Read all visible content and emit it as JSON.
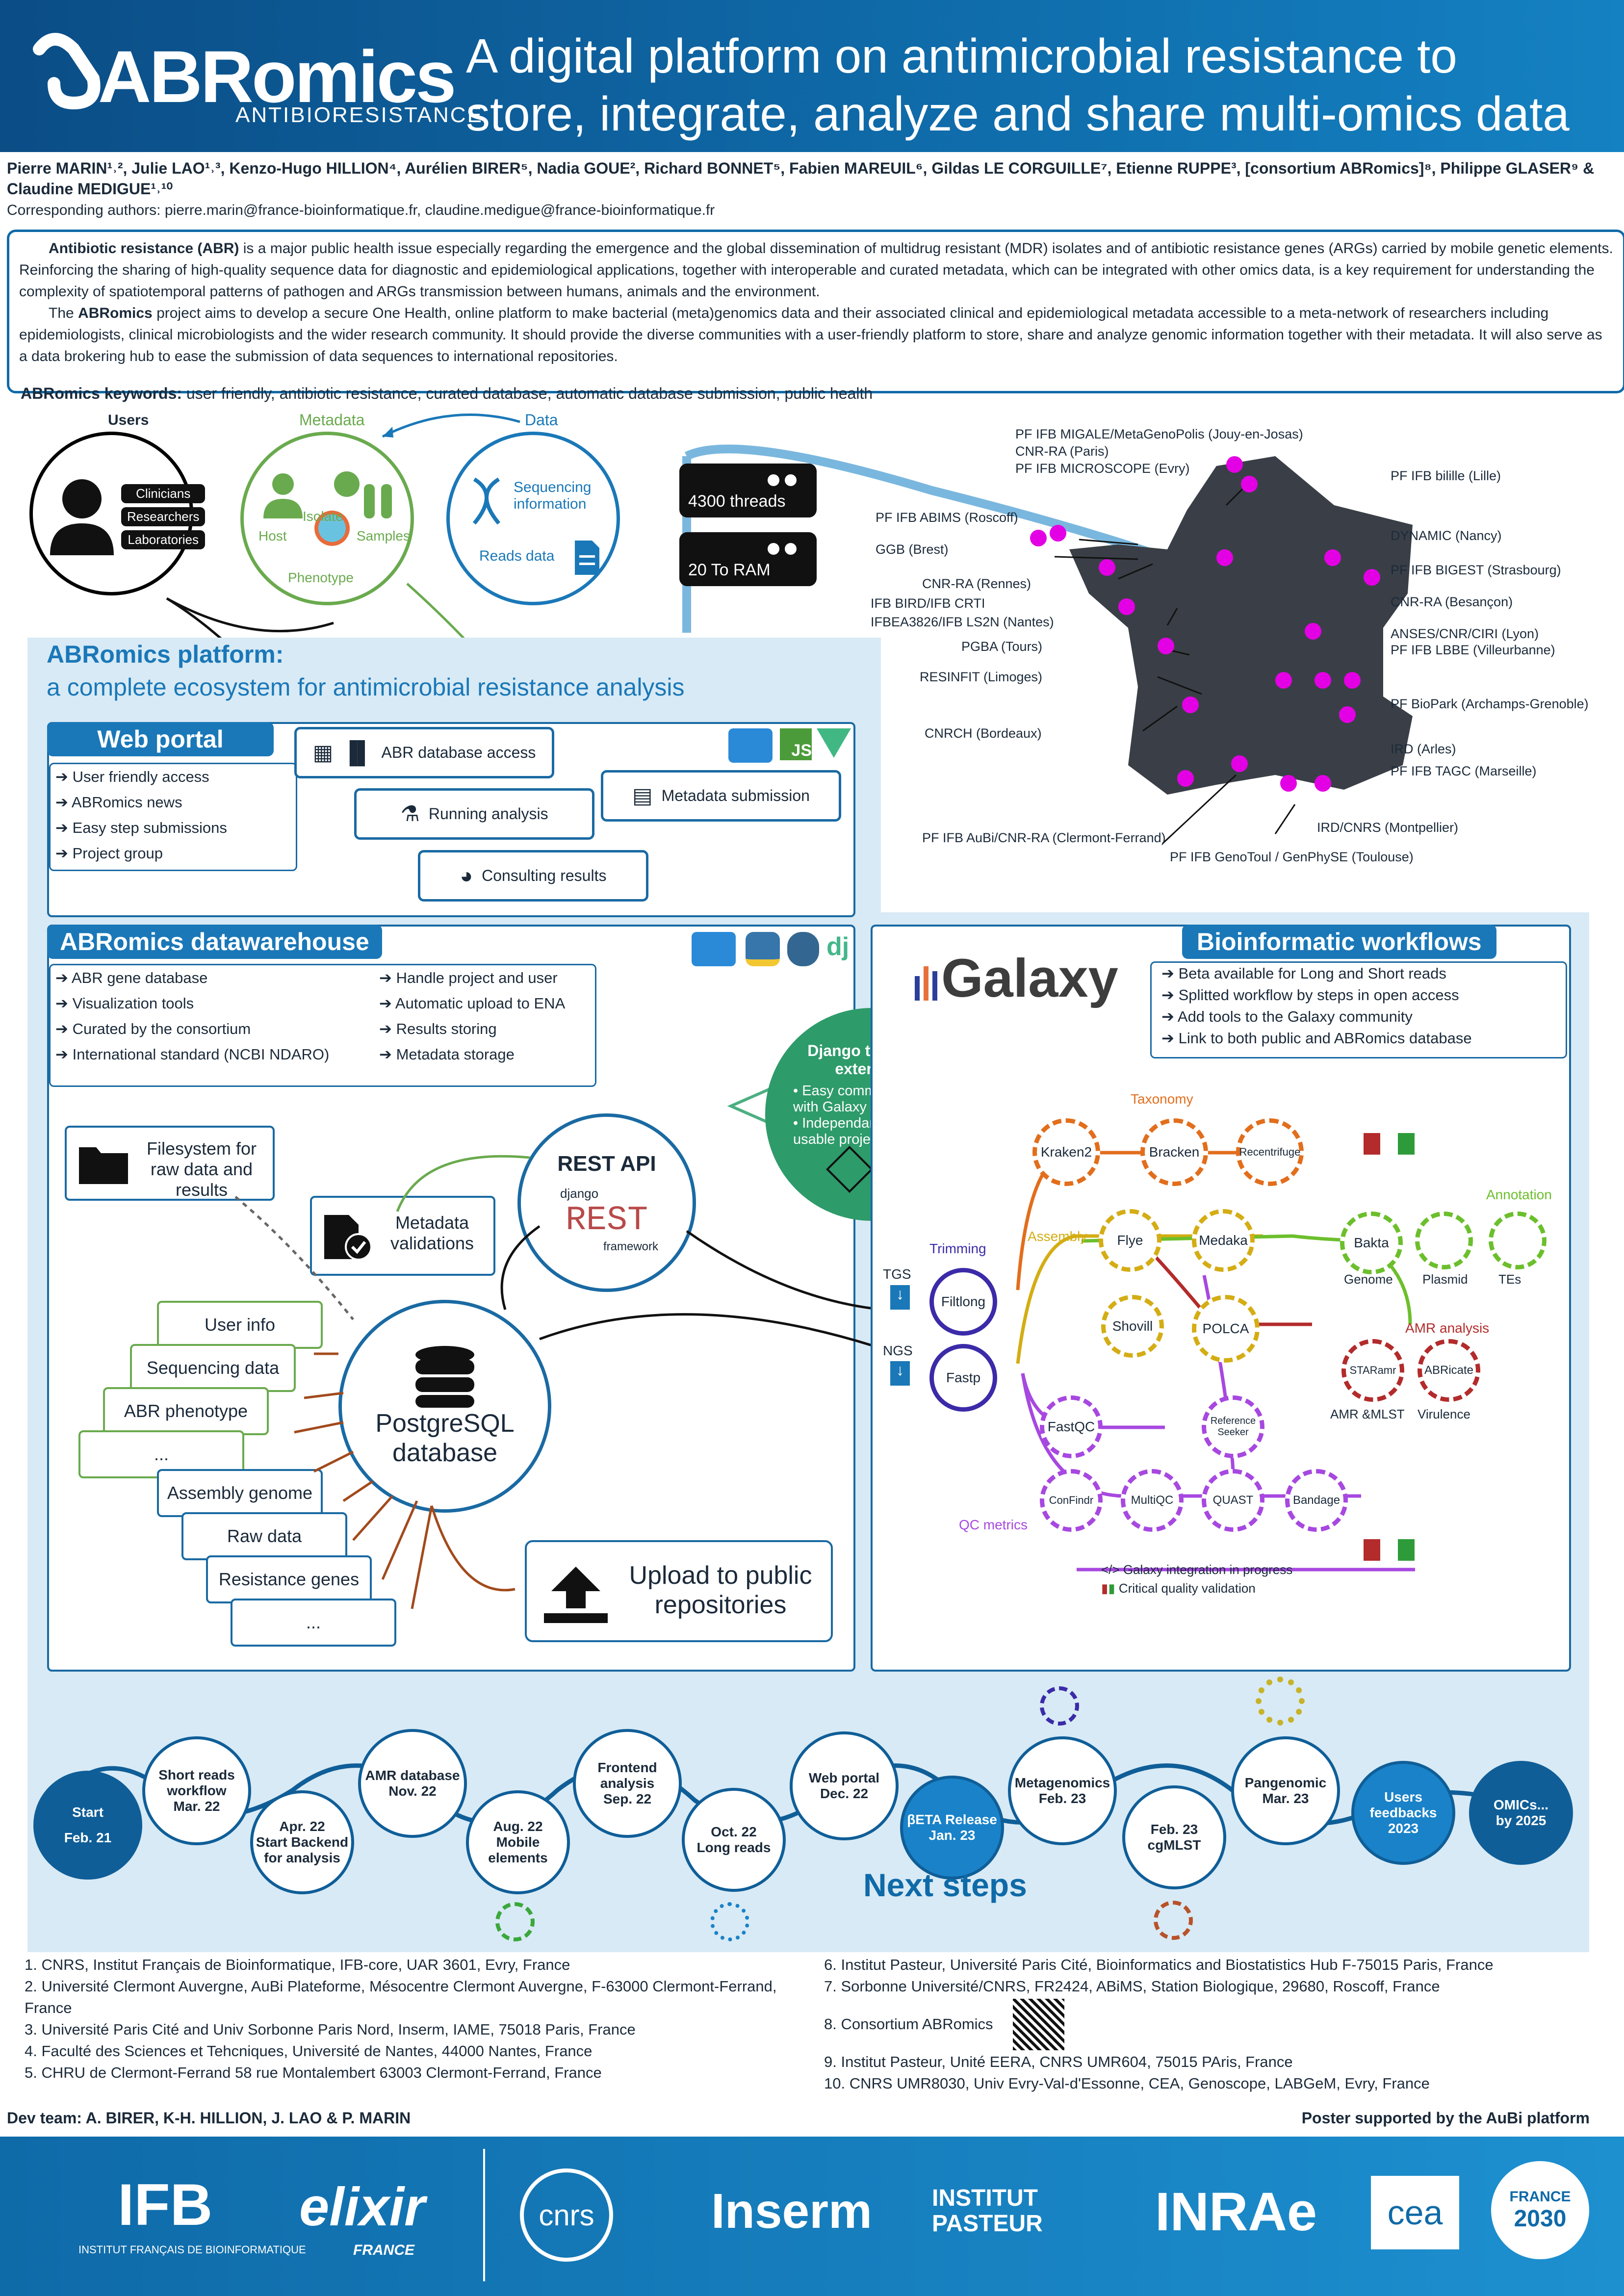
{
  "header": {
    "logo_main": "ABRomics",
    "logo_sub": "ANTIBIORESISTANCE",
    "title_line1": "A digital platform on antimicrobial resistance to",
    "title_line2": "store, integrate, analyze and share multi-omics data"
  },
  "authors": "Pierre MARIN¹˒², Julie LAO¹˒³, Kenzo-Hugo HILLION⁴, Aurélien BIRER⁵, Nadia GOUE², Richard BONNET⁵, Fabien MAREUIL⁶, Gildas LE CORGUILLE⁷, Etienne RUPPE³, [consortium ABRomics]⁸, Philippe GLASER⁹ & Claudine MEDIGUE¹˒¹⁰",
  "corresponding": "Corresponding authors: pierre.marin@france-bioinformatique.fr, claudine.medigue@france-bioinformatique.fr",
  "intro": {
    "p1_bold": "Antibiotic resistance (ABR)",
    "p1": " is a major public health issue  especially regarding the emergence and the global dissemination of multidrug resistant (MDR) isolates and of antibiotic resistance genes (ARGs) carried by mobile genetic elements. Reinforcing the sharing of high-quality sequence data for diagnostic and epidemiological applications, together with interoperable and curated metadata, which can be integrated with other omics data, is a key requirement for understanding the complexity of spatiotemporal patterns of pathogen and ARGs transmission between humans, animals and the environment.",
    "p2_pre": "The ",
    "p2_bold": "ABRomics",
    "p2": " project aims to develop a secure One Health, online platform to make bacterial (meta)genomics data and their associated clinical and epidemiological metadata accessible to a meta-network of researchers including epidemiologists, clinical microbiologists and the wider research community. It should provide the diverse communities with a user-friendly platform to store, share and analyze genomic information together with their metadata. It will also serve as a data brokering hub to ease the submission of data sequences to international repositories."
  },
  "keywords": {
    "label": "ABRomics keywords:",
    "text": " user friendly, antibiotic resistance,  curated database, automatic database submission, public health"
  },
  "users": {
    "title": "Users",
    "roles": [
      "Clinicians",
      "Researchers",
      "Laboratories"
    ]
  },
  "metadata": {
    "title": "Metadata",
    "host": "Host",
    "isolate": "Isolate",
    "samples": "Samples",
    "phenotype": "Phenotype"
  },
  "data_circle": {
    "title": "Data",
    "seq": "Sequencing information",
    "reads": "Reads data"
  },
  "compute": {
    "threads": "4300 threads",
    "ram": "20 To RAM"
  },
  "platform": {
    "title_line1": "ABRomics platform:",
    "title_line2": "a complete ecosystem for antimicrobial resistance analysis"
  },
  "web_portal": {
    "title": "Web portal",
    "bullets": [
      "User friendly access",
      "ABRomics news",
      "Easy step submissions",
      "Project group"
    ],
    "buttons": {
      "abr_access": "ABR database access",
      "running": "Running analysis",
      "metadata_sub": "Metadata submission",
      "consulting": "Consulting results"
    },
    "tech": "JS"
  },
  "datawarehouse": {
    "title": "ABRomics datawarehouse",
    "left_bullets": [
      "ABR gene database",
      "Visualization tools",
      "Curated by the consortium",
      "International standard (NCBI NDARO)"
    ],
    "right_bullets": [
      "Handle project and user",
      "Automatic upload to ENA",
      "Results storing",
      "Metadata storage"
    ],
    "tech": "dj",
    "filesystem": "Filesystem for raw data and results",
    "metadata_val": "Metadata validations",
    "rest_api": "REST API",
    "django": "django",
    "rest_framework": "REST",
    "framework": "framework",
    "postgres": "PostgreSQL database",
    "green_stack": [
      "User info",
      "Sequencing data",
      "ABR phenotype",
      "..."
    ],
    "blue_stack": [
      "Assembly genome",
      "Raw data",
      "Resistance genes",
      "..."
    ],
    "upload": "Upload to public repositories"
  },
  "django_ext": {
    "title": "Django to Galaxy extension",
    "bullets": [
      "Easy communication with Galaxy instance",
      "Independant and re-usable project"
    ]
  },
  "workflows": {
    "title": "Bioinformatic workflows",
    "galaxy": "Galaxy",
    "bullets": [
      "Beta available for Long and Short reads",
      "Splitted workflow by steps in open access",
      "Add tools to the Galaxy community",
      "Link to both public and ABRomics database"
    ],
    "labels": {
      "taxonomy": "Taxonomy",
      "assembly": "Assembly",
      "annotation": "Annotation",
      "trimming": "Trimming",
      "amr": "AMR analysis",
      "qc": "QC metrics",
      "tgs": "TGS",
      "ngs": "NGS"
    },
    "tools": {
      "kraken": "Kraken2",
      "bracken": "Bracken",
      "recentrifuge": "Recentrifuge",
      "flye": "Flye",
      "medaka": "Medaka",
      "shovill": "Shovill",
      "polca": "POLCA",
      "bakta": "Bakta",
      "plasmid": "Plasmid",
      "tes": "TEs",
      "genome": "Genome",
      "staramr": "STARamr",
      "abricate": "ABRicate",
      "amr_mlst": "AMR &MLST",
      "virulence": "Virulence",
      "filtlong": "Filtlong",
      "fastp": "Fastp",
      "fastqc": "FastQC",
      "refseeker": "Reference Seeker",
      "confindr": "ConFindr",
      "multiqc": "MultiQC",
      "quast": "QUAST",
      "bandage": "Bandage"
    },
    "legend_galaxy": "Galaxy integration in progress",
    "legend_quality": "Critical quality validation"
  },
  "map": {
    "labels_left": [
      "PF IFB MIGALE/MetaGenoPolis (Jouy-en-Josas)",
      "CNR-RA (Paris)",
      "PF IFB MICROSCOPE (Evry)",
      "PF IFB ABIMS (Roscoff)",
      "GGB (Brest)",
      "CNR-RA (Rennes)",
      "IFB BIRD/IFB CRTI",
      "IFBEA3826/IFB LS2N (Nantes)",
      "PGBA (Tours)",
      "RESINFIT (Limoges)",
      "CNRCH (Bordeaux)",
      "PF IFB AuBi/CNR-RA (Clermont-Ferrand)",
      "PF IFB GenoToul / GenPhySE (Toulouse)"
    ],
    "labels_right": [
      "PF IFB bilille (Lille)",
      "DYNAMIC (Nancy)",
      "PF IFB BIGEST (Strasbourg)",
      "CNR-RA (Besançon)",
      "ANSES/CNR/CIRI (Lyon)",
      "PF IFB LBBE (Villeurbanne)",
      "PF BioPark (Archamps-Grenoble)",
      "IRD (Arles)",
      "PF IFB TAGC (Marseille)",
      "IRD/CNRS (Montpellier)"
    ]
  },
  "timeline": {
    "nodes": [
      {
        "l1": "Start",
        "l2": "Feb. 21"
      },
      {
        "l1": "Short reads workflow",
        "l2": "Mar. 22"
      },
      {
        "l1": "Apr. 22",
        "l2": "Start Backend for analysis"
      },
      {
        "l1": "AMR database",
        "l2": "Nov. 22"
      },
      {
        "l1": "Aug. 22",
        "l2": "Mobile elements"
      },
      {
        "l1": "Frontend analysis",
        "l2": "Sep. 22"
      },
      {
        "l1": "Oct. 22",
        "l2": "Long reads"
      },
      {
        "l1": "Web portal",
        "l2": "Dec. 22"
      },
      {
        "l1": "βETA Release",
        "l2": "Jan. 23"
      },
      {
        "l1": "Metagenomics",
        "l2": "Feb. 23"
      },
      {
        "l1": "Feb. 23",
        "l2": "cgMLST"
      },
      {
        "l1": "Pangenomic",
        "l2": "Mar. 23"
      },
      {
        "l1": "Users feedbacks",
        "l2": "2023"
      },
      {
        "l1": "OMICs...",
        "l2": "by 2025"
      }
    ],
    "next_steps": "Next steps"
  },
  "affiliations_left": [
    "1. CNRS, Institut Français de Bioinformatique, IFB-core, UAR 3601, Evry, France",
    "2. Université Clermont Auvergne, AuBi Plateforme, Mésocentre Clermont Auvergne, F-63000 Clermont-Ferrand, France",
    "3. Université Paris Cité and Univ Sorbonne Paris Nord, Inserm, IAME, 75018 Paris, France",
    "4. Faculté des Sciences et Tehcniques, Université de Nantes, 44000 Nantes, France",
    "5. CHRU de Clermont-Ferrand 58 rue Montalembert 63003 Clermont-Ferrand, France"
  ],
  "affiliations_right": [
    "6. Institut Pasteur, Université Paris Cité, Bioinformatics and Biostatistics Hub F-75015 Paris, France",
    "7. Sorbonne Université/CNRS, FR2424, ABiMS, Station Biologique, 29680, Roscoff, France",
    "8. Consortium ABRomics",
    "9. Institut Pasteur, Unité EERA, CNRS UMR604, 75015 PAris, France",
    "10. CNRS UMR8030, Univ Evry-Val-d'Essonne, CEA, Genoscope, LABGeM, Evry, France"
  ],
  "dev_team": "Dev team: A. BIRER, K-H. HILLION,  J. LAO & P. MARIN",
  "supported": "Poster supported by the AuBi platform",
  "footer": {
    "ifb": "IFB",
    "ifb_sub": "INSTITUT FRANÇAIS DE BIOINFORMATIQUE",
    "elixir": "elixir",
    "elixir_sub": "FRANCE",
    "cnrs": "cnrs",
    "inserm": "Inserm",
    "pasteur": "INSTITUT PASTEUR",
    "inrae": "INRAe",
    "cea": "cea",
    "france": "FRANCE",
    "france_year": "2030"
  }
}
